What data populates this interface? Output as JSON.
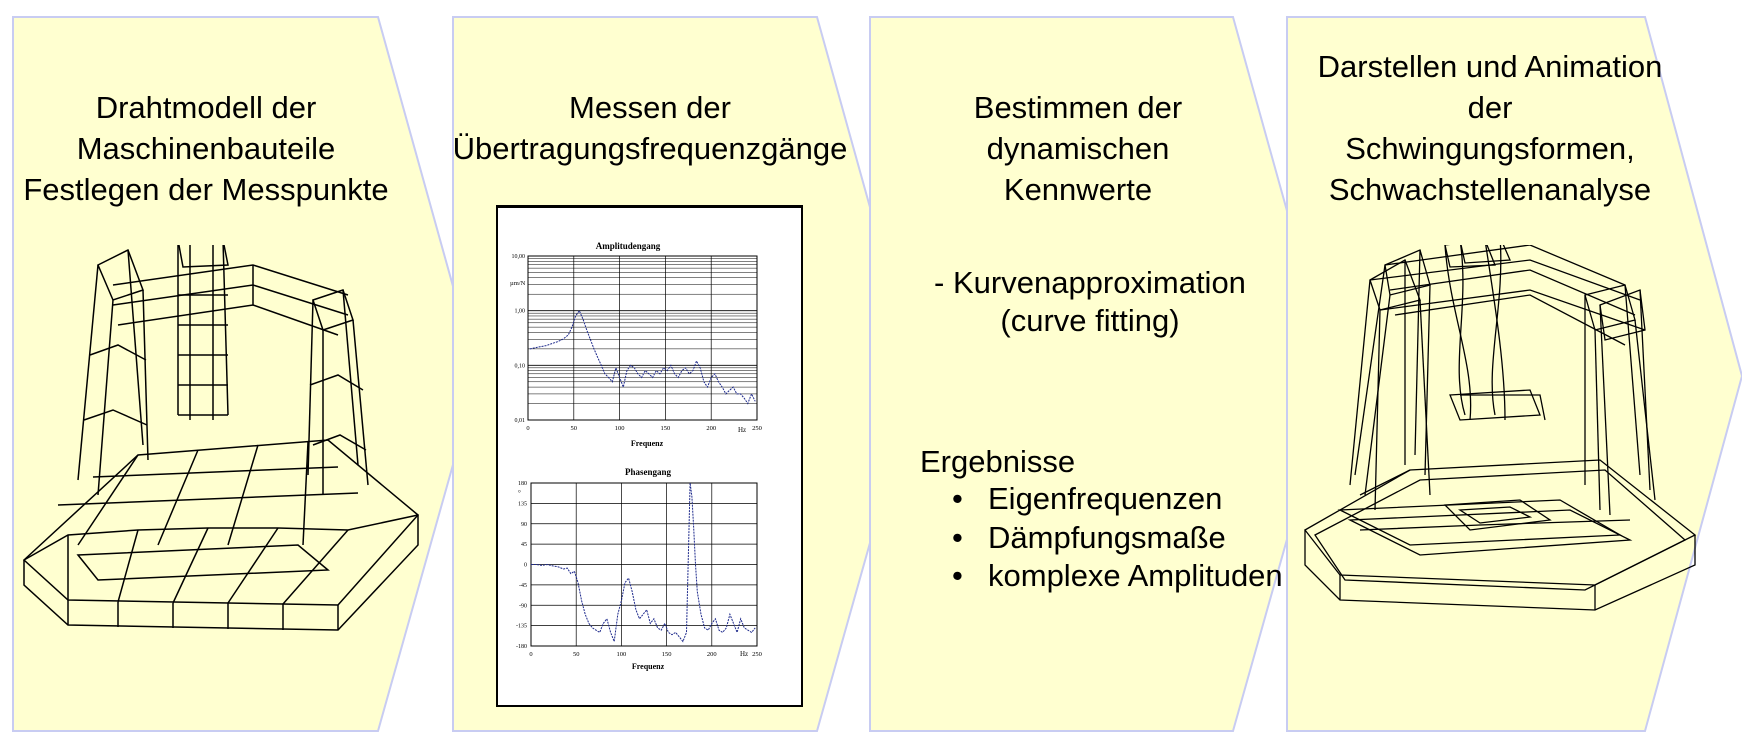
{
  "colors": {
    "panel_fill": "#FFFFD0",
    "panel_border": "#C8CCF2",
    "curve": "#1E2A8C"
  },
  "steps": [
    {
      "title_lines": [
        "Drahtmodell der",
        "Maschinenbauteile",
        "Festlegen der Messpunkte"
      ]
    },
    {
      "title_lines": [
        "Messen der",
        "Übertragungsfrequenzgänge"
      ]
    },
    {
      "title_lines": [
        "Bestimmen der",
        "dynamischen",
        "Kennwerte"
      ],
      "method_lines": [
        "- Kurvenapproximation",
        "(curve fitting)"
      ],
      "results_heading": "Ergebnisse",
      "results": [
        "Eigenfrequenzen",
        "Dämpfungsmaße",
        "komplexe Amplituden"
      ]
    },
    {
      "title_lines": [
        "Darstellen und Animation",
        "der",
        "Schwingungsformen,",
        "Schwachstellenanalyse"
      ]
    }
  ],
  "chart_data": [
    {
      "type": "line",
      "title": "Amplitudengang",
      "xlabel": "Frequenz",
      "x_unit": "Hz",
      "y_unit": "µm/N",
      "y_scale": "log",
      "xlim": [
        0,
        250
      ],
      "ylim": [
        0.01,
        10
      ],
      "x_ticks": [
        "0",
        "50",
        "100",
        "150",
        "200",
        "250"
      ],
      "y_ticks": [
        "10,00",
        "1,00",
        "0,10",
        "0,01"
      ],
      "grid": true,
      "series": [
        {
          "x": [
            2,
            8,
            14,
            20,
            26,
            32,
            38,
            44,
            48,
            52,
            56,
            60,
            64,
            68,
            72,
            76,
            80,
            84,
            88,
            92,
            96,
            100,
            104,
            108,
            112,
            116,
            120,
            124,
            128,
            132,
            136,
            140,
            144,
            148,
            152,
            156,
            160,
            164,
            168,
            172,
            176,
            180,
            184,
            188,
            192,
            196,
            200,
            204,
            208,
            212,
            216,
            220,
            224,
            228,
            232,
            236,
            240,
            244,
            248
          ],
          "y": [
            0.2,
            0.21,
            0.22,
            0.23,
            0.25,
            0.27,
            0.3,
            0.36,
            0.5,
            0.8,
            1.0,
            0.7,
            0.45,
            0.3,
            0.2,
            0.14,
            0.1,
            0.07,
            0.06,
            0.05,
            0.09,
            0.06,
            0.04,
            0.08,
            0.1,
            0.09,
            0.07,
            0.06,
            0.08,
            0.07,
            0.06,
            0.08,
            0.07,
            0.09,
            0.08,
            0.1,
            0.07,
            0.06,
            0.08,
            0.09,
            0.07,
            0.08,
            0.12,
            0.09,
            0.05,
            0.04,
            0.06,
            0.07,
            0.05,
            0.04,
            0.03,
            0.035,
            0.04,
            0.03,
            0.03,
            0.025,
            0.02,
            0.03,
            0.022
          ]
        }
      ]
    },
    {
      "type": "line",
      "title": "Phasengang",
      "xlabel": "Frequenz",
      "x_unit": "Hz",
      "y_unit": "°",
      "xlim": [
        0,
        250
      ],
      "ylim": [
        -180,
        180
      ],
      "x_ticks": [
        "0",
        "50",
        "100",
        "150",
        "200",
        "250"
      ],
      "y_ticks": [
        "180",
        "135",
        "90",
        "45",
        "0",
        "-45",
        "-90",
        "-135",
        "-180"
      ],
      "grid": true,
      "series": [
        {
          "x": [
            0,
            6,
            12,
            18,
            24,
            30,
            36,
            40,
            44,
            48,
            52,
            56,
            60,
            64,
            68,
            72,
            76,
            80,
            84,
            88,
            92,
            96,
            100,
            104,
            108,
            112,
            116,
            120,
            124,
            128,
            132,
            136,
            140,
            144,
            148,
            152,
            156,
            160,
            164,
            168,
            172,
            176,
            178,
            180,
            182,
            184,
            188,
            192,
            196,
            200,
            204,
            208,
            212,
            216,
            220,
            224,
            228,
            232,
            236,
            240,
            244,
            248
          ],
          "y": [
            0,
            0,
            -2,
            0,
            -3,
            -5,
            -10,
            -8,
            -20,
            -15,
            -40,
            -80,
            -110,
            -130,
            -140,
            -145,
            -150,
            -130,
            -120,
            -150,
            -170,
            -110,
            -80,
            -40,
            -30,
            -60,
            -100,
            -120,
            -110,
            -100,
            -130,
            -120,
            -140,
            -145,
            -130,
            -150,
            -155,
            -150,
            -160,
            -170,
            -150,
            180,
            150,
            80,
            0,
            -60,
            -110,
            -140,
            -145,
            -130,
            -120,
            -145,
            -150,
            -140,
            -110,
            -130,
            -150,
            -120,
            -140,
            -145,
            -150,
            -140
          ]
        }
      ]
    }
  ]
}
